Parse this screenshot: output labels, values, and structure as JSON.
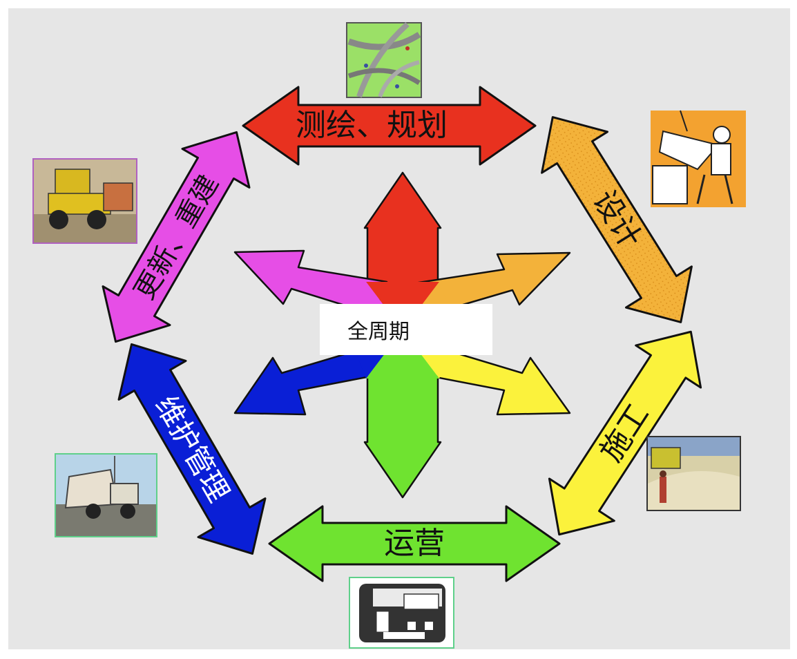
{
  "diagram": {
    "center_label": "全周期",
    "stages": [
      {
        "id": "survey",
        "label": "测绘、规划",
        "color": "#e8311f"
      },
      {
        "id": "design",
        "label": "设计",
        "color": "#f3b23a"
      },
      {
        "id": "construction",
        "label": "施工",
        "color": "#fbf23c"
      },
      {
        "id": "operation",
        "label": "运营",
        "color": "#6fe330"
      },
      {
        "id": "maintenance",
        "label": "维护管理",
        "color": "#0a1fd6"
      },
      {
        "id": "renewal",
        "label": "更新、重建",
        "color": "#e64ee6"
      }
    ],
    "images": [
      {
        "id": "map-image",
        "icon": "road-map-icon"
      },
      {
        "id": "drafting-image",
        "icon": "drafting-desk-icon"
      },
      {
        "id": "excavation-image",
        "icon": "excavator-icon"
      },
      {
        "id": "train-image",
        "icon": "train-icon"
      },
      {
        "id": "dumptruck-image",
        "icon": "dump-truck-icon"
      },
      {
        "id": "loader-image",
        "icon": "wheel-loader-icon"
      }
    ],
    "colors": {
      "background": "#e6e6e6",
      "outline": "#111111",
      "center_box": "#ffffff"
    }
  }
}
